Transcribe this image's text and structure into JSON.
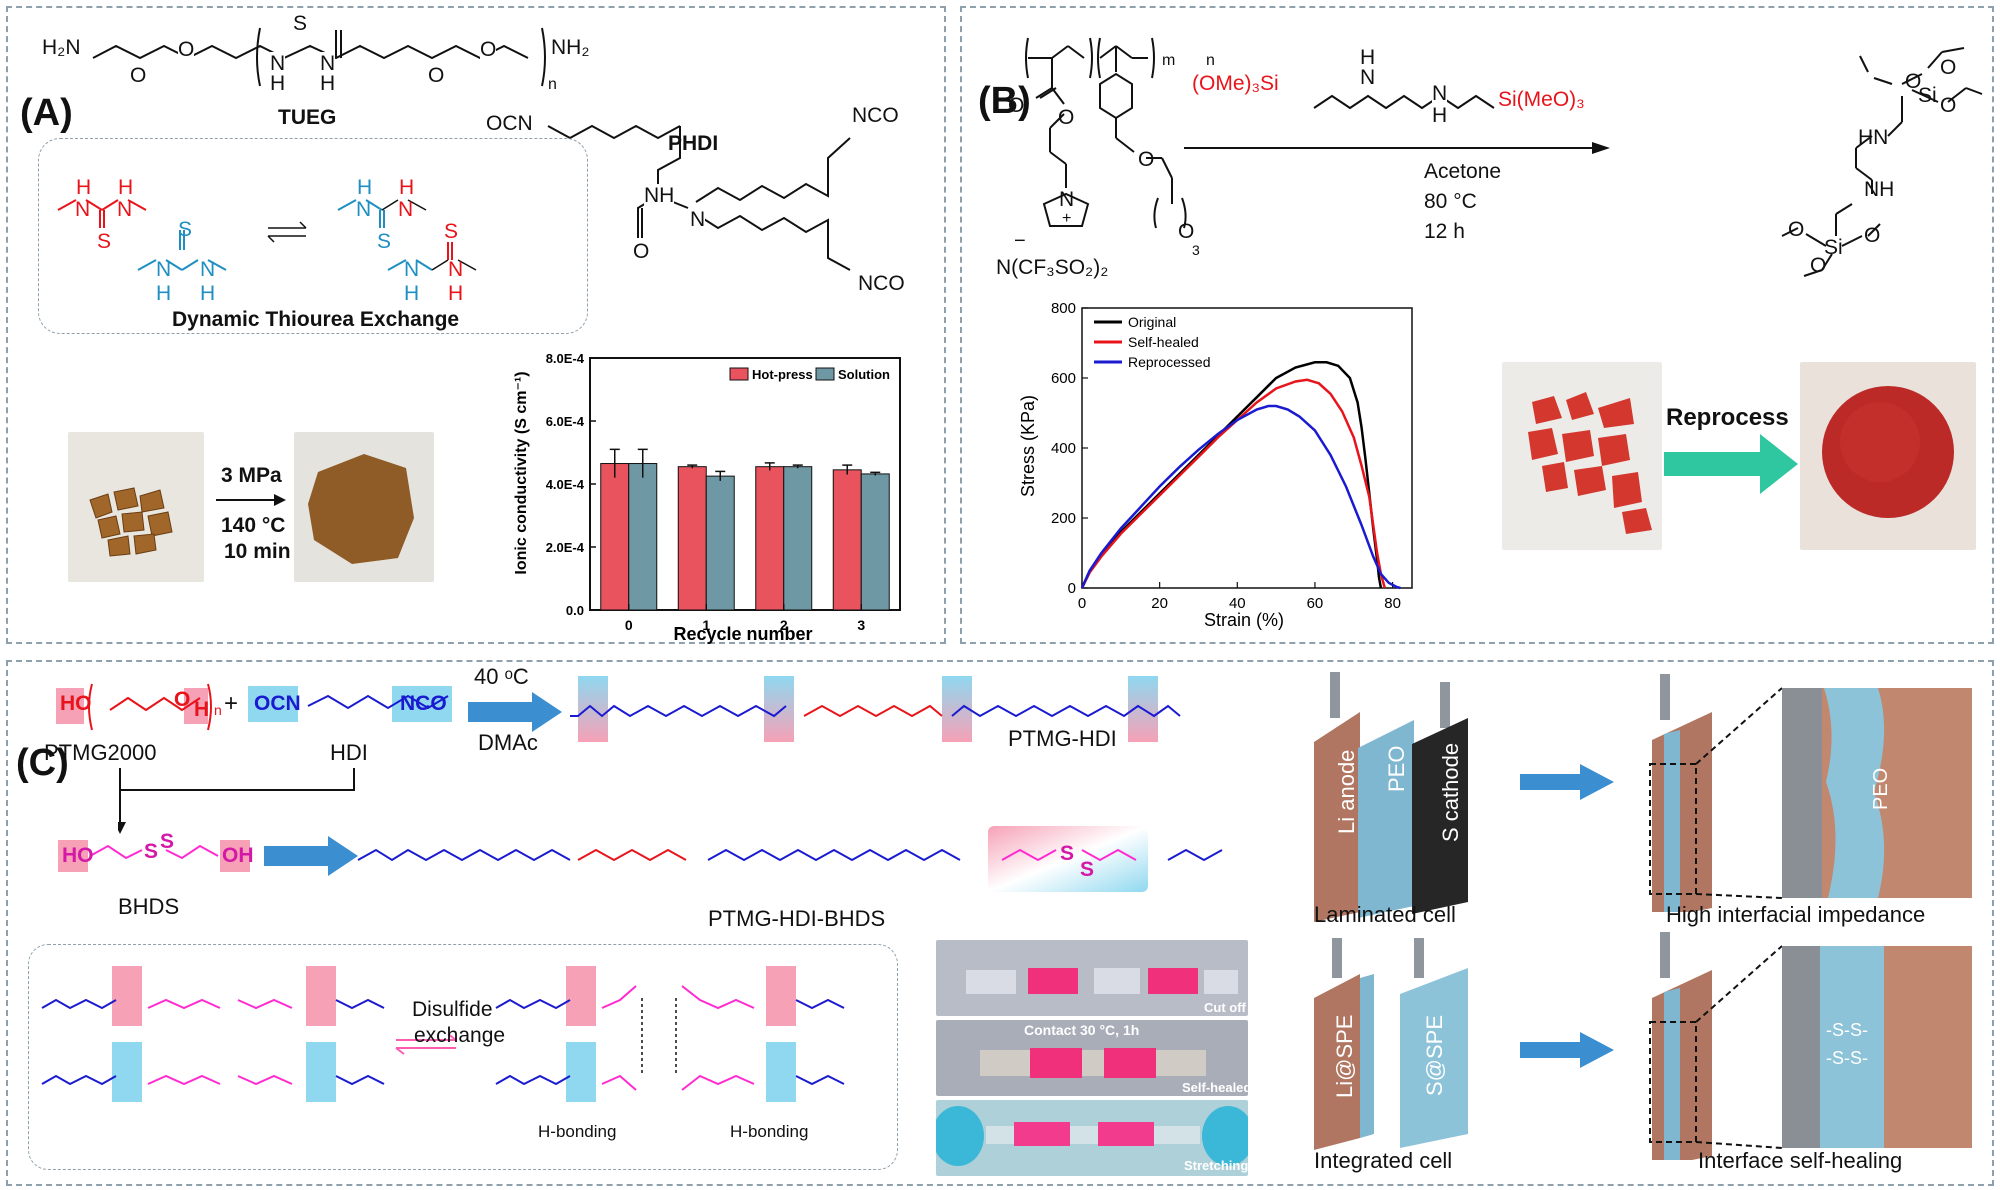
{
  "panel_a": {
    "label": "(A)",
    "tueg": {
      "name": "TUEG",
      "end_left": "H₂N",
      "end_right": "NH₂",
      "repeat": "n",
      "thio_s": "S",
      "nh": "N",
      "h": "H",
      "o": "O"
    },
    "phdi": {
      "name": "PHDI",
      "nco": "NCO",
      "ocn": "OCN",
      "nh": "NH",
      "n": "N",
      "o": "O"
    },
    "exchange_title": "Dynamic Thiourea Exchange",
    "exchange_atoms": {
      "n": "N",
      "h": "H",
      "s": "S"
    },
    "press": {
      "pressure": "3 MPa",
      "temperature": "140 °C",
      "time": "10 min"
    },
    "chart_data": {
      "type": "bar",
      "categories": [
        "0",
        "1",
        "2",
        "3"
      ],
      "series": [
        {
          "name": "Hot-press",
          "values": [
            0.000465,
            0.000455,
            0.000455,
            0.000445
          ],
          "errors": [
            4.5e-05,
            5e-06,
            1.2e-05,
            1.5e-05
          ],
          "color": "#e8535e"
        },
        {
          "name": "Solution",
          "values": [
            0.000465,
            0.000425,
            0.000455,
            0.000432
          ],
          "errors": [
            4.5e-05,
            1.5e-05,
            5e-06,
            5e-06
          ],
          "color": "#6e98a4"
        }
      ],
      "xlabel": "Recycle number",
      "ylabel": "Ionic conductivity (S cm⁻¹)",
      "ylim": [
        0,
        0.0008
      ],
      "yticks": [
        "0.0",
        "2.0E-4",
        "4.0E-4",
        "6.0E-4",
        "8.0E-4"
      ],
      "legend_position": "top-right"
    }
  },
  "panel_b": {
    "label": "(B)",
    "monomer_labels": {
      "m": "m",
      "n": "n",
      "counterion": "N(CF₃SO₂)₂",
      "minus": "−",
      "plus": "+",
      "n_atom": "N",
      "o": "O",
      "sub3": "3"
    },
    "crosslinker": {
      "left": "(OMe)₃Si",
      "right": "Si(MeO)₃",
      "nh": "N",
      "h": "H"
    },
    "conditions": [
      "Acetone",
      "80 °C",
      "12 h"
    ],
    "product": {
      "si": "Si",
      "o": "O",
      "hn": "HN",
      "nh": "NH"
    },
    "reprocess_label": "Reprocess",
    "chart_data": {
      "type": "line",
      "xlabel": "Strain (%)",
      "ylabel": "Stress (KPa)",
      "xlim": [
        0,
        85
      ],
      "ylim": [
        0,
        800
      ],
      "xticks": [
        "0",
        "20",
        "40",
        "60",
        "80"
      ],
      "yticks": [
        "0",
        "200",
        "400",
        "600",
        "800"
      ],
      "legend_position": "top-left",
      "series": [
        {
          "name": "Original",
          "color": "#000000",
          "x": [
            0,
            2,
            5,
            10,
            15,
            20,
            25,
            30,
            35,
            40,
            45,
            50,
            55,
            60,
            63,
            66,
            69,
            71,
            72,
            73,
            74,
            75,
            76,
            76.5,
            77
          ],
          "y": [
            0,
            50,
            95,
            160,
            215,
            270,
            325,
            380,
            435,
            490,
            545,
            600,
            630,
            645,
            645,
            635,
            600,
            530,
            460,
            370,
            270,
            170,
            80,
            30,
            0
          ]
        },
        {
          "name": "Self-healed",
          "color": "#e8141b",
          "x": [
            0,
            2,
            5,
            10,
            15,
            20,
            25,
            30,
            35,
            40,
            45,
            50,
            55,
            58,
            61,
            64,
            67,
            70,
            72,
            74,
            75,
            76,
            77,
            78
          ],
          "y": [
            0,
            45,
            90,
            155,
            210,
            265,
            320,
            375,
            430,
            480,
            530,
            570,
            590,
            595,
            585,
            555,
            505,
            430,
            350,
            260,
            180,
            100,
            40,
            0
          ]
        },
        {
          "name": "Reprocessed",
          "color": "#1a1ad0",
          "x": [
            0,
            2,
            5,
            10,
            15,
            20,
            25,
            30,
            35,
            40,
            45,
            48,
            50,
            53,
            56,
            60,
            64,
            68,
            72,
            75,
            77,
            79,
            81,
            82
          ],
          "y": [
            0,
            50,
            100,
            170,
            230,
            290,
            345,
            395,
            440,
            480,
            510,
            520,
            520,
            510,
            490,
            450,
            380,
            290,
            180,
            90,
            40,
            15,
            3,
            0
          ]
        }
      ]
    }
  },
  "panel_c": {
    "label": "(C)",
    "ptmg": "PTMG2000",
    "hdi": "HDI",
    "conditions": {
      "temperature": "40 ᵒC",
      "solvent": "DMAc"
    },
    "ptmg_hdi": "PTMG-HDI",
    "bhds": "BHDS",
    "ptmg_hdi_bhds": "PTMG-HDI-BHDS",
    "atoms": {
      "ho": "HO",
      "oh": "OH",
      "o": "O",
      "s": "S",
      "n": "N",
      "h": "H",
      "ocn": "OCN",
      "nco": "NCO",
      "plus": "+",
      "n_sub": "n"
    },
    "exchange_label_1": "Disulfide",
    "exchange_label_2": "exchange",
    "hbond_1": "H-bonding",
    "hbond_2": "H-bonding",
    "photo_labels": {
      "cut": "Cut off",
      "contact": "Contact   30 °C, 1h",
      "healed": "Self-healed",
      "stretch": "Stretching"
    },
    "cells": {
      "li_anode": "Li anode",
      "peo": "PEO",
      "s_cathode": "S cathode",
      "laminated": "Laminated cell",
      "high_impedance": "High interfacial impedance",
      "peo_zoom": "PEO",
      "li_spe": "Li@SPE",
      "s_spe": "S@SPE",
      "integrated": "Integrated cell",
      "self_healing": "Interface self-healing",
      "ss_1": "-S-S-",
      "ss_2": "-S-S-"
    }
  }
}
